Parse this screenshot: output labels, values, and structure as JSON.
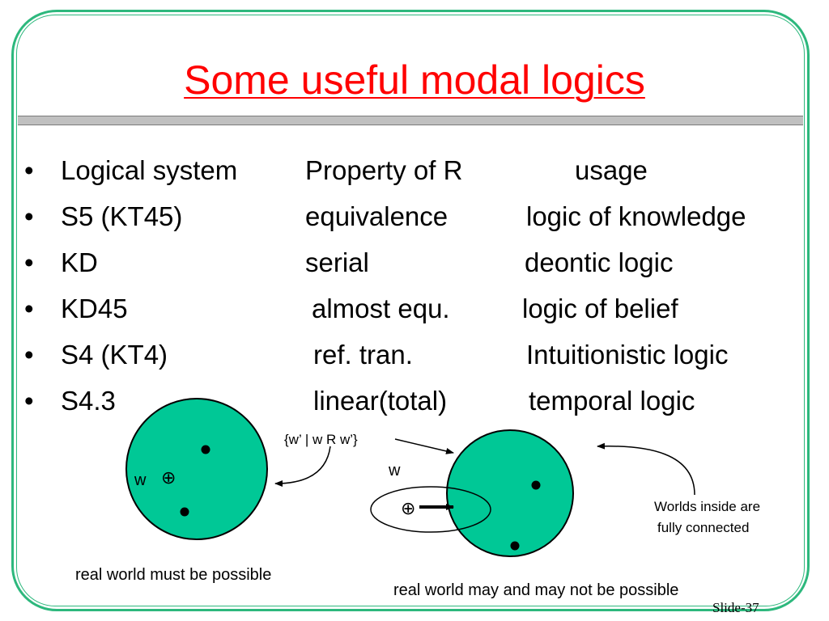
{
  "slide": {
    "title": "Some useful modal logics",
    "number_label": "Slide-37"
  },
  "table": {
    "bullet_glyph": "•",
    "rows": [
      {
        "system": "Logical system",
        "property": "Property of R",
        "usage": "usage"
      },
      {
        "system": "S5 (KT45)",
        "property": "equivalence",
        "usage": "logic of knowledge"
      },
      {
        "system": "KD",
        "property": "serial",
        "usage": "deontic logic"
      },
      {
        "system": "KD45",
        "property": "almost equ.",
        "usage": "logic of belief"
      },
      {
        "system": "S4 (KT4)",
        "property": "ref. tran.",
        "usage": "Intuitionistic logic"
      },
      {
        "system": "S4.3",
        "property": "linear(total)",
        "usage": "temporal logic"
      }
    ]
  },
  "diagram": {
    "fill_color": "#00c896",
    "left_world_label": "w",
    "left_caption": "real world must be possible",
    "set_label": "{w’ | w R w’}",
    "right_world_label": "w",
    "right_note_line1": "Worlds inside are",
    "right_note_line2": "fully connected",
    "right_caption": "real world may and may not  be possible",
    "world_symbol": "⊕"
  }
}
